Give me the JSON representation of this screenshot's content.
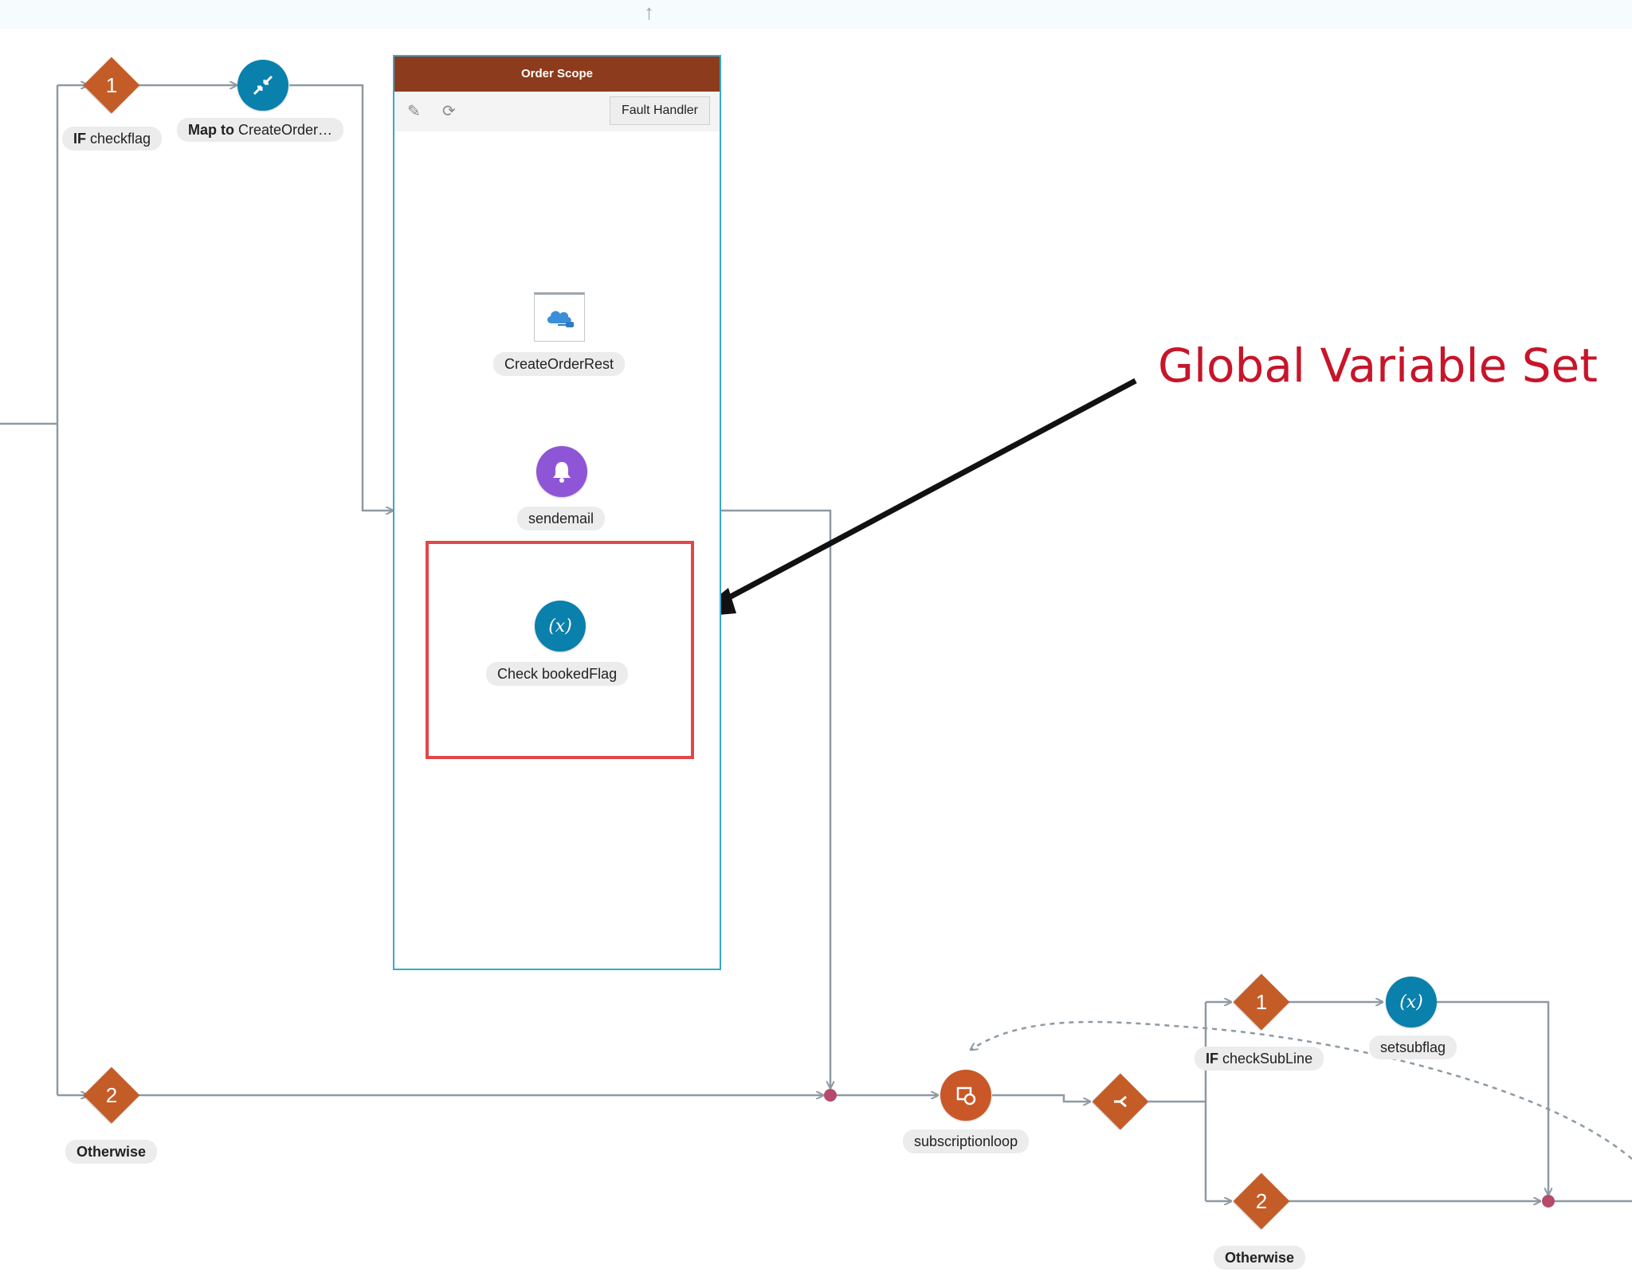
{
  "scope": {
    "title": "Order Scope",
    "fault_handler_label": "Fault Handler"
  },
  "nodes": {
    "if_checkflag": {
      "number": "1",
      "label_bold": "IF",
      "label_rest": " checkflag"
    },
    "map_to_createorder": {
      "label_bold": "Map to",
      "label_rest": " CreateOrder…"
    },
    "create_order_rest": {
      "label": "CreateOrderRest"
    },
    "sendemail": {
      "label": "sendemail"
    },
    "check_bookedflag": {
      "label": "Check  bookedFlag",
      "icon_text": "(x)"
    },
    "otherwise_1": {
      "number": "2",
      "label": "Otherwise"
    },
    "subscriptionloop": {
      "label": "subscriptionloop"
    },
    "if_checksubline": {
      "number": "1",
      "label_bold": "IF",
      "label_rest": " checkSubLine"
    },
    "setsubflag": {
      "label": "setsubflag",
      "icon_text": "(x)"
    },
    "otherwise_2": {
      "number": "2",
      "label": "Otherwise"
    }
  },
  "annotation": {
    "text": "Global Variable Set",
    "color": "#c7152a"
  },
  "colors": {
    "action_orange": "#c45c27",
    "action_teal": "#0a80ac",
    "notification_purple": "#8e56d6",
    "scope_header": "#8c3b1c",
    "scope_border": "#36a9cc",
    "highlight_red": "#e0474a"
  }
}
